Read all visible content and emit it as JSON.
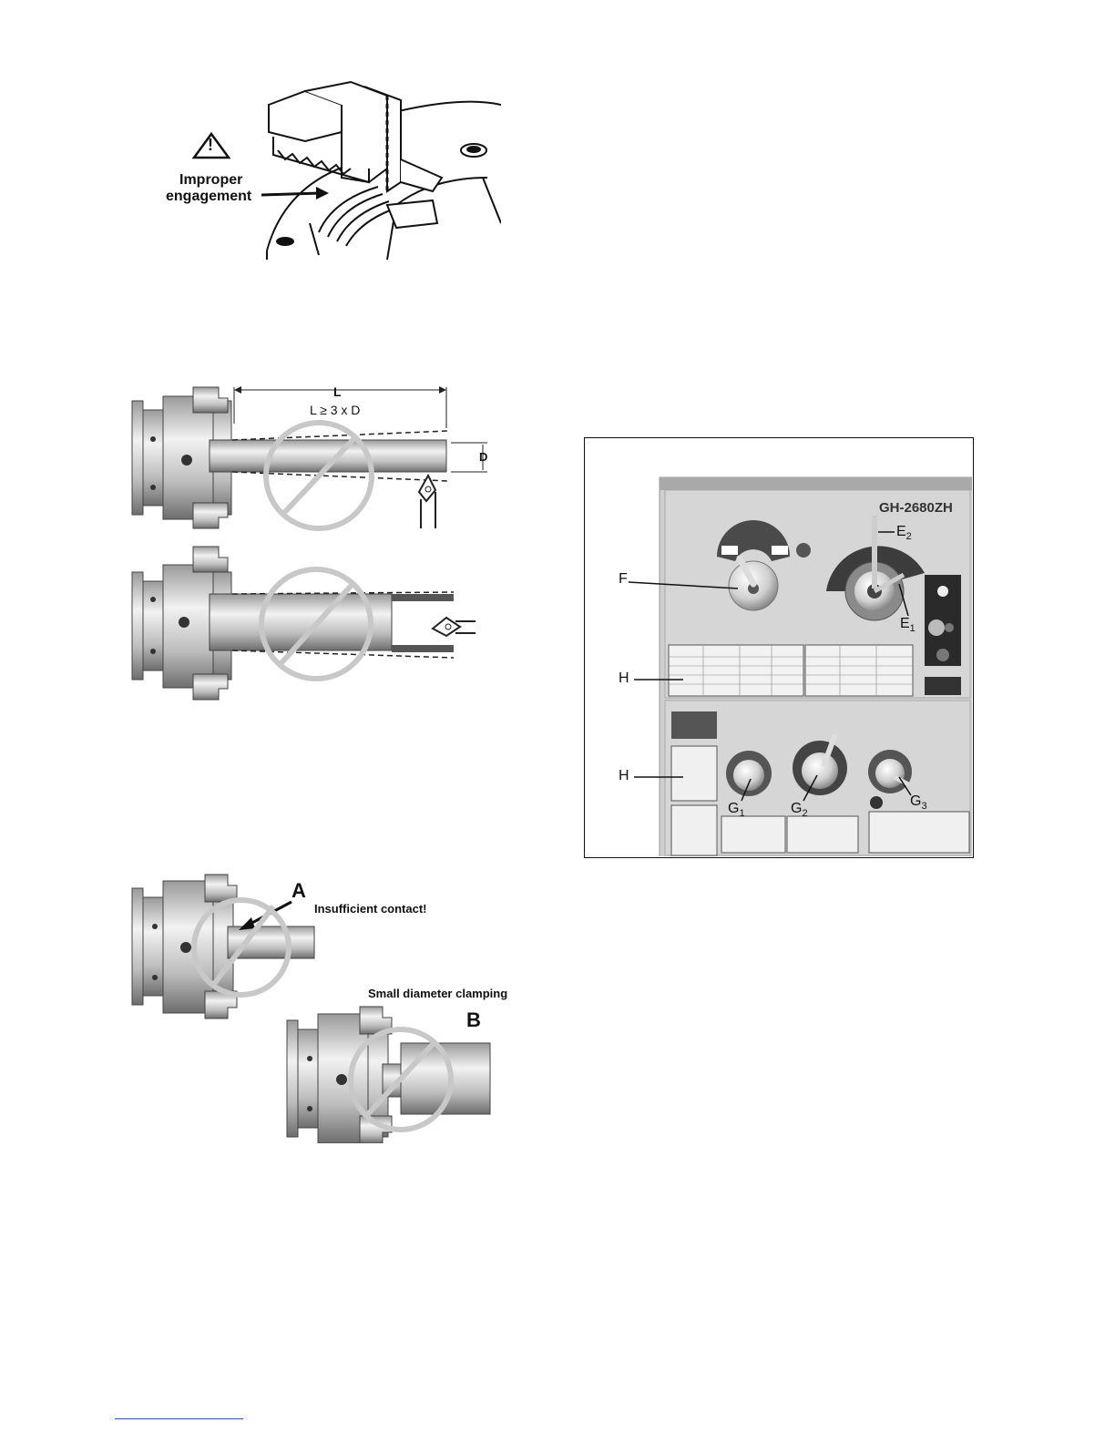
{
  "figure1": {
    "warning_symbol": "!",
    "line1": "Improper",
    "line2": "engagement"
  },
  "figure2": {
    "length_label": "L",
    "rule_label": "L ≥ 3 x D",
    "diameter_label": "D"
  },
  "figure3": {
    "label_a": "A",
    "caption_a": "Insufficient contact!",
    "caption_b": "Small diameter clamping",
    "label_b": "B"
  },
  "panel": {
    "model": "GH-2680ZH",
    "callouts": {
      "e2_main": "E",
      "e2_sub": "2",
      "e1_main": "E",
      "e1_sub": "1",
      "f": "F",
      "h_top": "H",
      "h_bottom": "H",
      "g1_main": "G",
      "g1_sub": "1",
      "g2_main": "G",
      "g2_sub": "2",
      "g3_main": "G",
      "g3_sub": "3"
    }
  },
  "colors": {
    "link_rule": "#2a4fd0",
    "prohibit_ring": "#c8c8c8"
  }
}
